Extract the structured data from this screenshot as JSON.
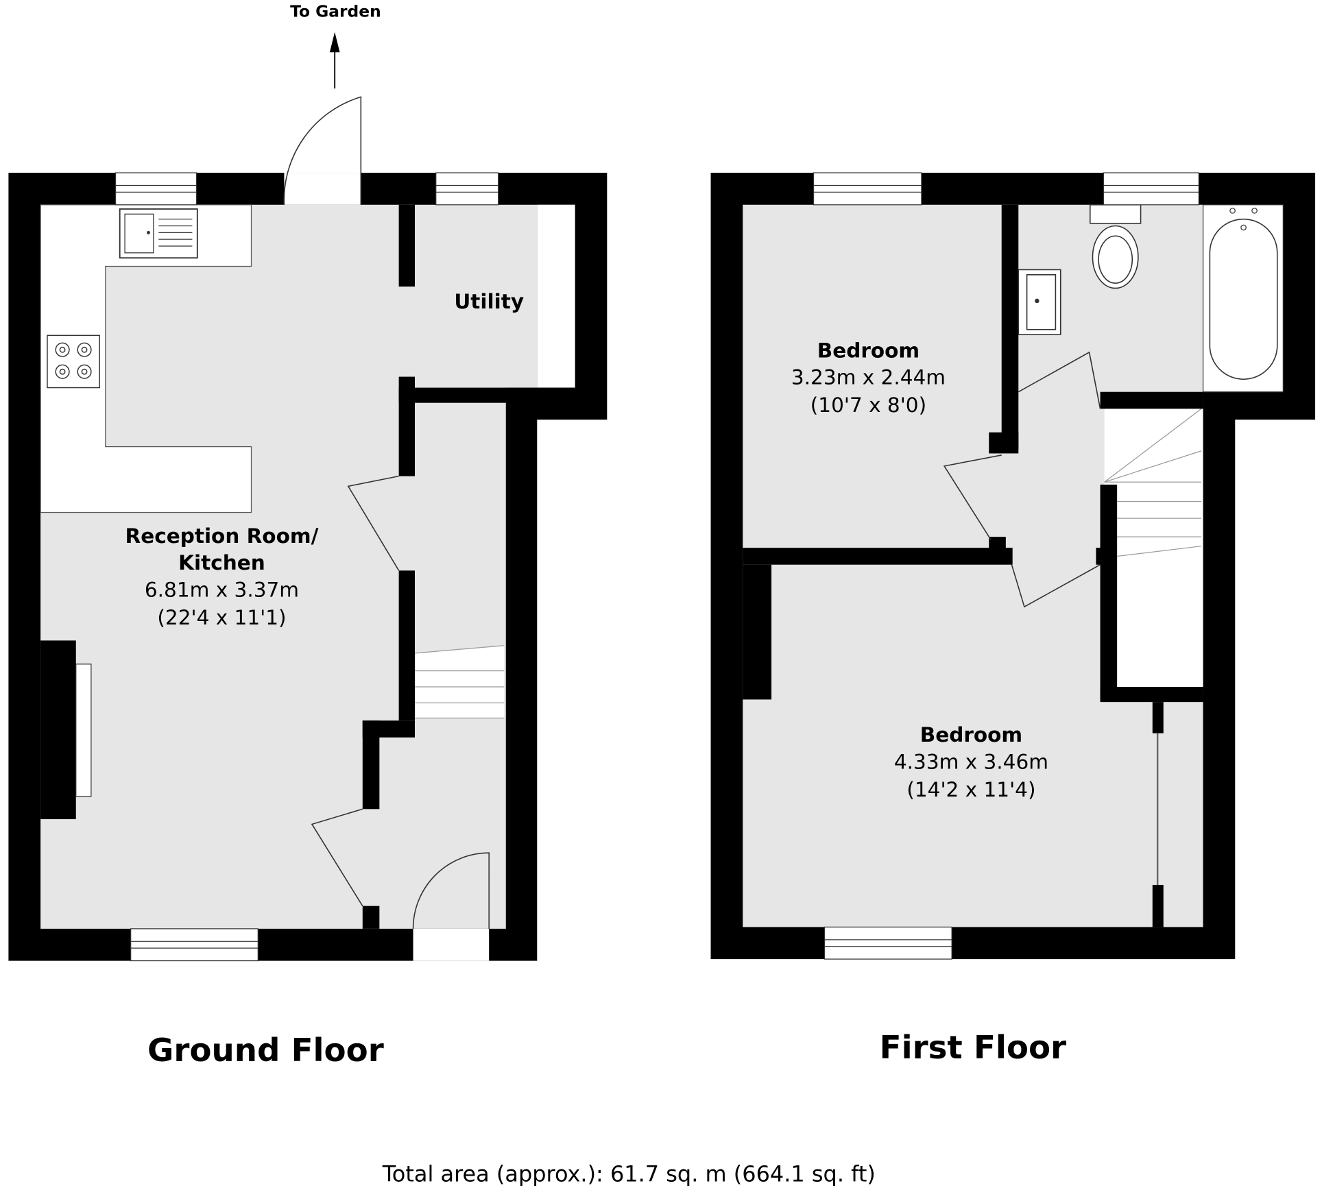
{
  "garden_label": "To Garden",
  "ground_floor": {
    "title": "Ground Floor",
    "rooms": [
      {
        "name_line1": "Reception Room/",
        "name_line2": "Kitchen",
        "metric": "6.81m x 3.37m",
        "imperial": "(22'4 x 11'1)"
      },
      {
        "name_line1": "Utility"
      }
    ]
  },
  "first_floor": {
    "title": "First Floor",
    "rooms": [
      {
        "name": "Bedroom",
        "metric": "3.23m x 2.44m",
        "imperial": "(10'7 x 8'0)"
      },
      {
        "name": "Bedroom",
        "metric": "4.33m x 3.46m",
        "imperial": "(14'2 x 11'4)"
      }
    ]
  },
  "total_area": "Total area (approx.): 61.7 sq. m (664.1 sq. ft)",
  "colors": {
    "wall": "#000000",
    "floor": "#e6e6e6",
    "fixture": "#ffffff"
  }
}
